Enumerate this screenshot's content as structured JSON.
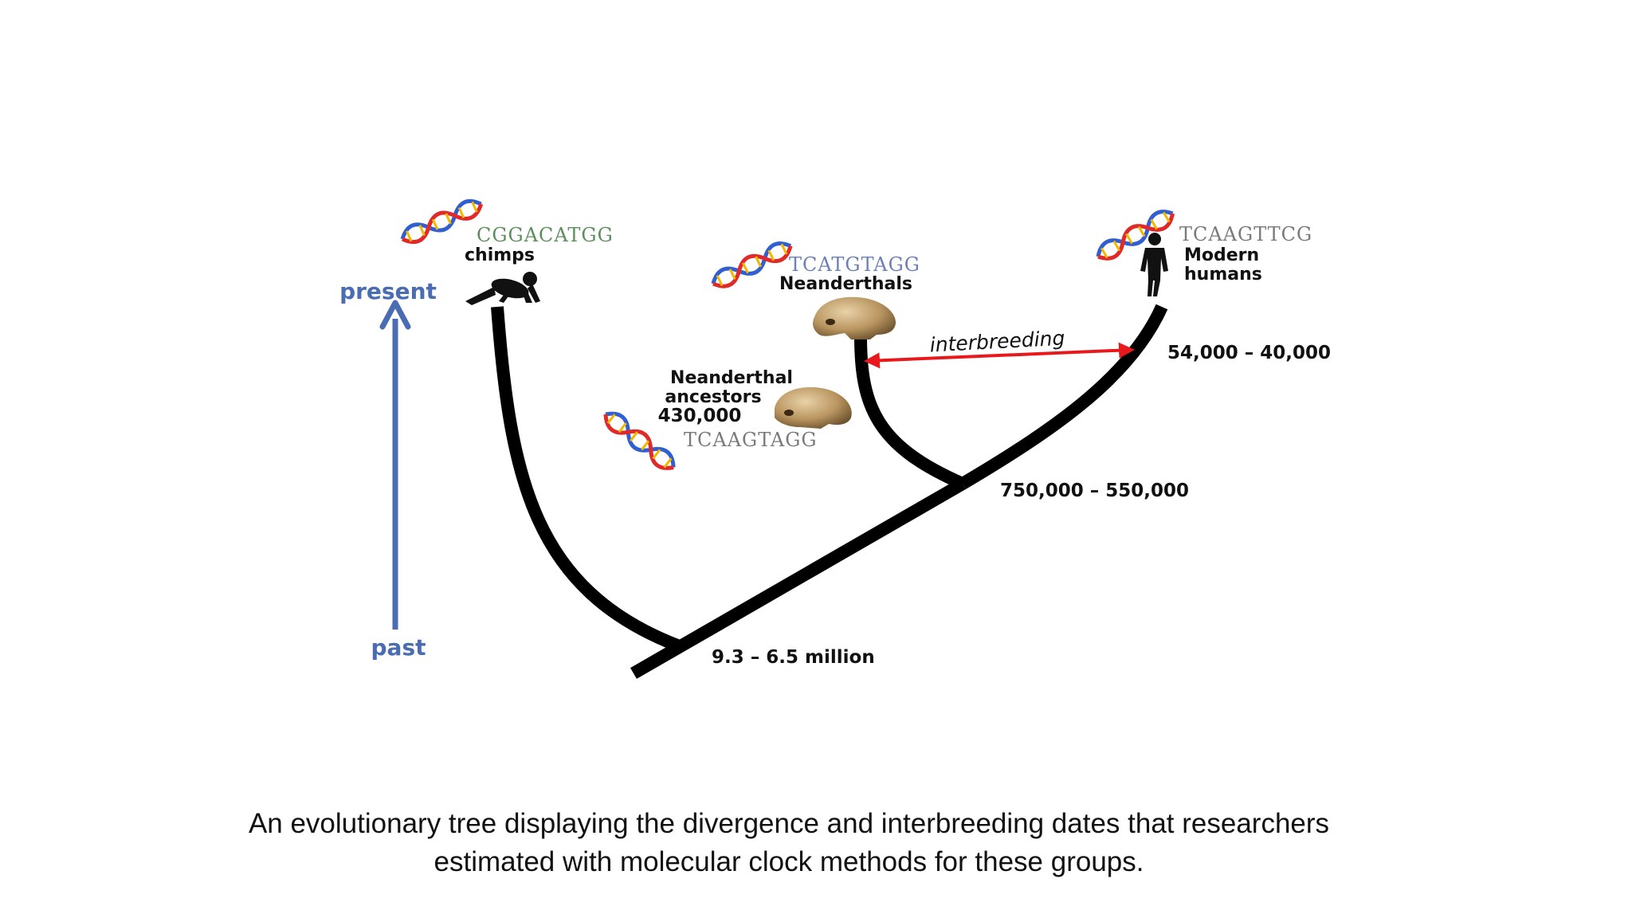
{
  "time_axis": {
    "top_label": "present",
    "bottom_label": "past",
    "color": "#4a6cb3"
  },
  "taxa": {
    "chimps": {
      "label": "chimps",
      "sequence": "CGGACATGG"
    },
    "neanderthals": {
      "label": "Neanderthals",
      "sequence": "TCATGTAGG"
    },
    "modern_humans": {
      "label_line1": "Modern",
      "label_line2": "humans",
      "sequence": "TCAAGTTCG"
    },
    "neanderthal_ancestors": {
      "label_line1": "Neanderthal",
      "label_line2": "ancestors",
      "date": "430,000",
      "sequence": "TCAAGTAGG"
    }
  },
  "divergence_dates": {
    "root": "9.3 – 6.5 million",
    "neanderthal_human_split": "750,000 – 550,000",
    "interbreeding_date": "54,000 – 40,000"
  },
  "interbreeding": {
    "label": "interbreeding",
    "color": "#e8191d"
  },
  "caption": {
    "line1": "An evolutionary tree displaying the divergence and interbreeding dates that researchers",
    "line2": "estimated with molecular clock methods for these groups."
  },
  "icons": [
    "dna-helix-icon",
    "chimp-silhouette-icon",
    "human-silhouette-icon",
    "skull-icon"
  ]
}
